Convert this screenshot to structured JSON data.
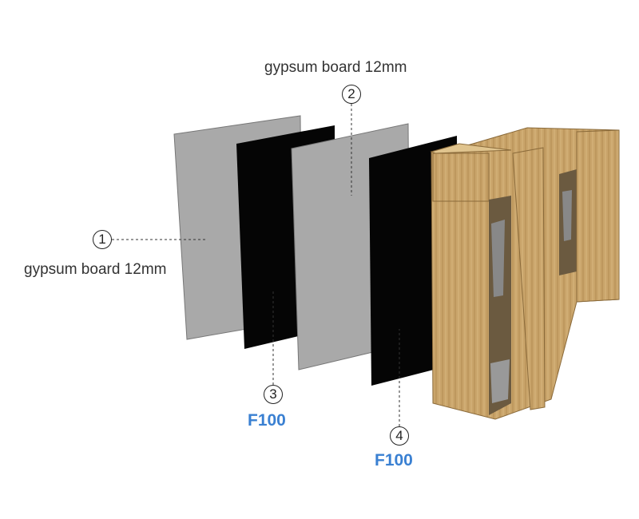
{
  "callouts": [
    {
      "number": "1",
      "label": "gypsum board 12mm"
    },
    {
      "number": "2",
      "label": "gypsum board 12mm"
    },
    {
      "number": "3",
      "label": "F100"
    },
    {
      "number": "4",
      "label": "F100"
    }
  ],
  "colors": {
    "gypsum": "#a9a9a9",
    "insulation": "#050505",
    "wood": "#c9a46a",
    "code_text": "#3a80d2"
  }
}
